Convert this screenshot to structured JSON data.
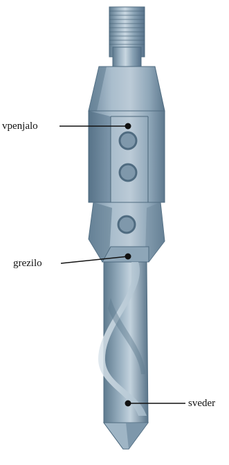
{
  "labels": {
    "holder": "vpenjalo",
    "countersink": "grezilo",
    "drill": "sveder"
  },
  "colors": {
    "metal_light": "#b9cad6",
    "metal_mid": "#7f99ac",
    "metal_dark": "#4f6b80",
    "outline": "#3f5a6e",
    "leader": "#111111",
    "dot": "#111111"
  }
}
